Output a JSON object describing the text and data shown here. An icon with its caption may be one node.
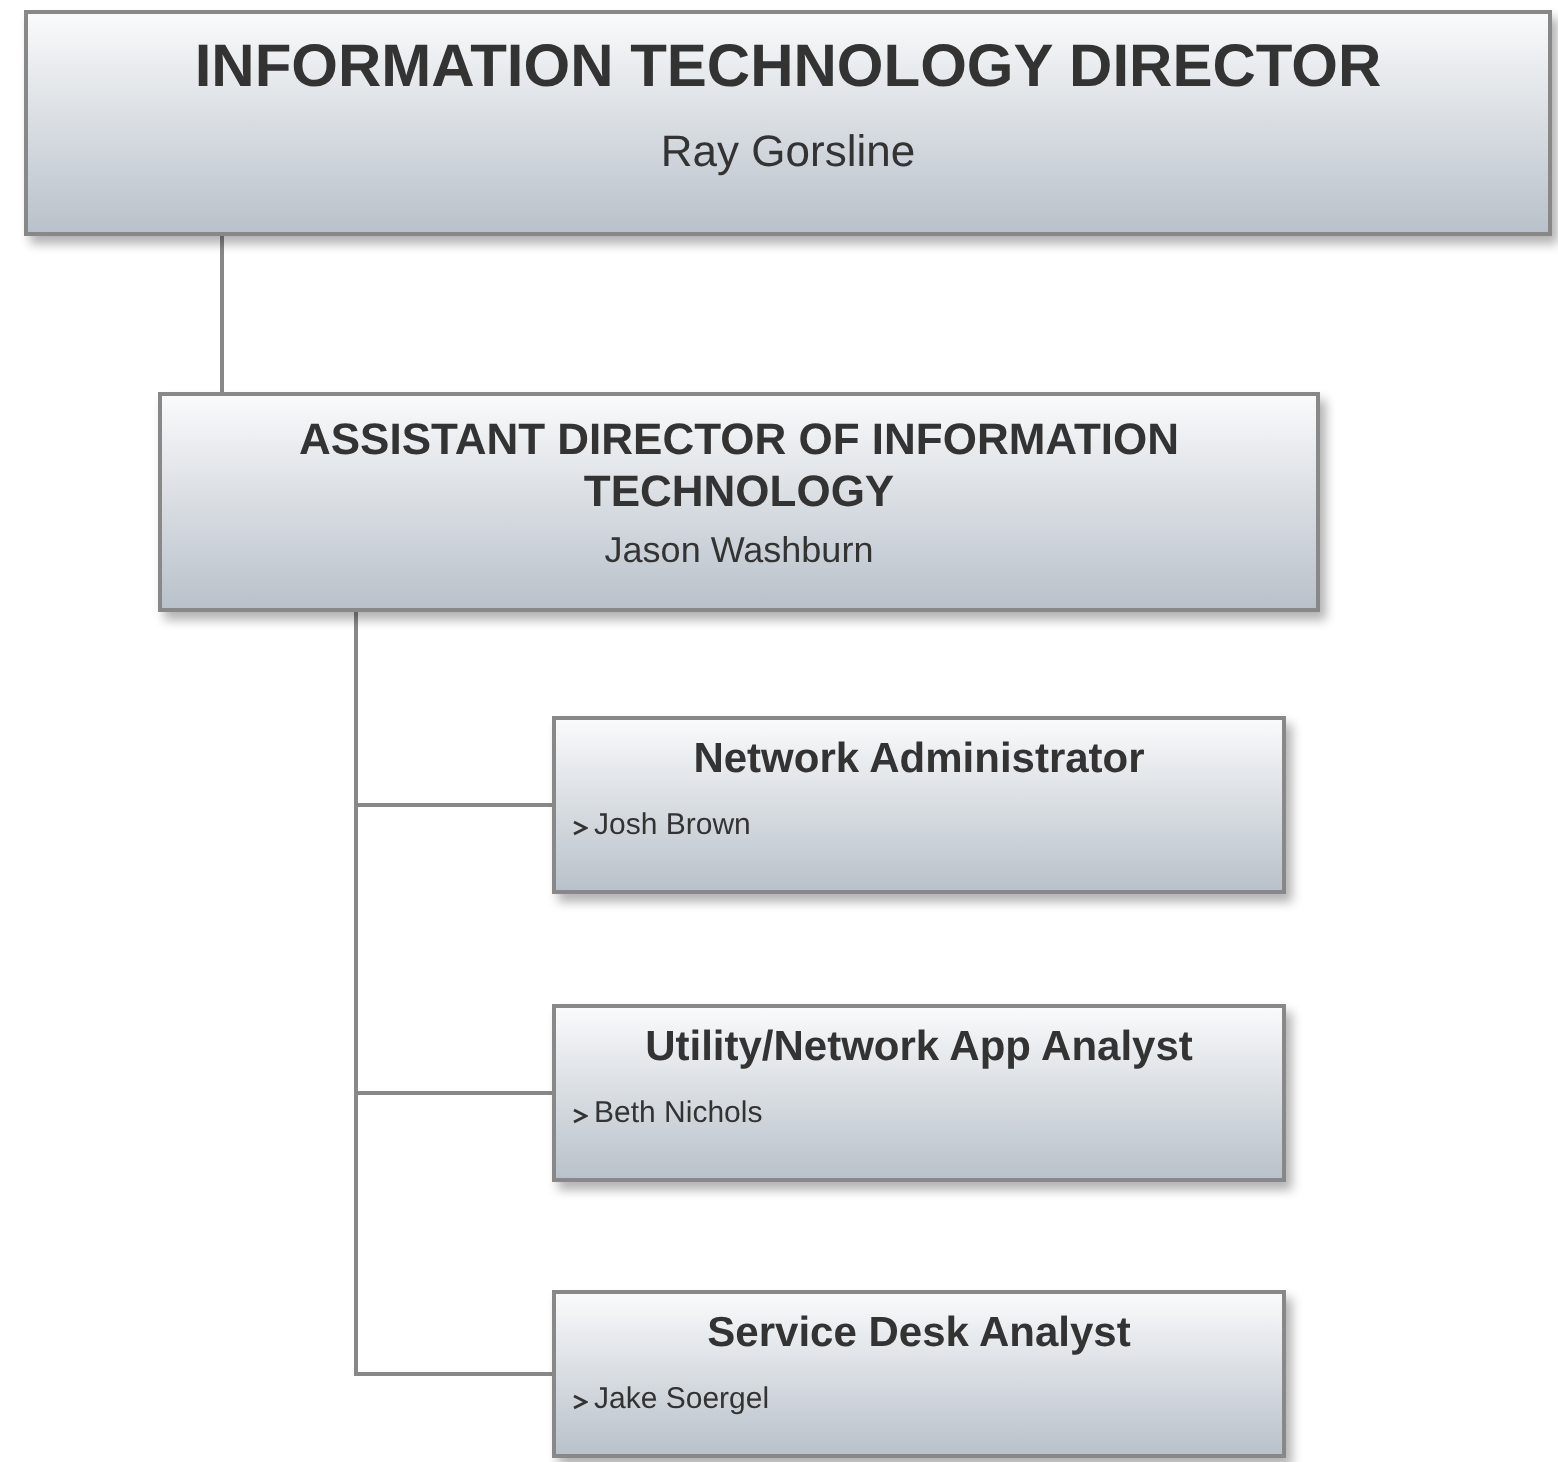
{
  "diagram": {
    "nodes": [
      {
        "text": [
          "INFORMATION TECHNOLOGY DIRECTOR",
          "Ray Gorsline"
        ]
      },
      {
        "text": [
          "ASSISTANT DIRECTOR OF INFORMATION TECHNOLOGY",
          "Jason Washburn"
        ]
      },
      {
        "text": [
          "Network Administrator",
          "Josh Brown"
        ]
      },
      {
        "text": [
          "Utility/Network App Analyst",
          "Beth Nichols"
        ]
      },
      {
        "text": [
          "Service Desk Analyst",
          "Jake Soergel"
        ]
      }
    ],
    "edges": [
      {
        "from": 0,
        "to": 1,
        "arrow": "none"
      },
      {
        "from": 1,
        "to": 2,
        "arrow": "none"
      },
      {
        "from": 1,
        "to": 3,
        "arrow": "none"
      },
      {
        "from": 1,
        "to": 4,
        "arrow": "none"
      }
    ]
  }
}
